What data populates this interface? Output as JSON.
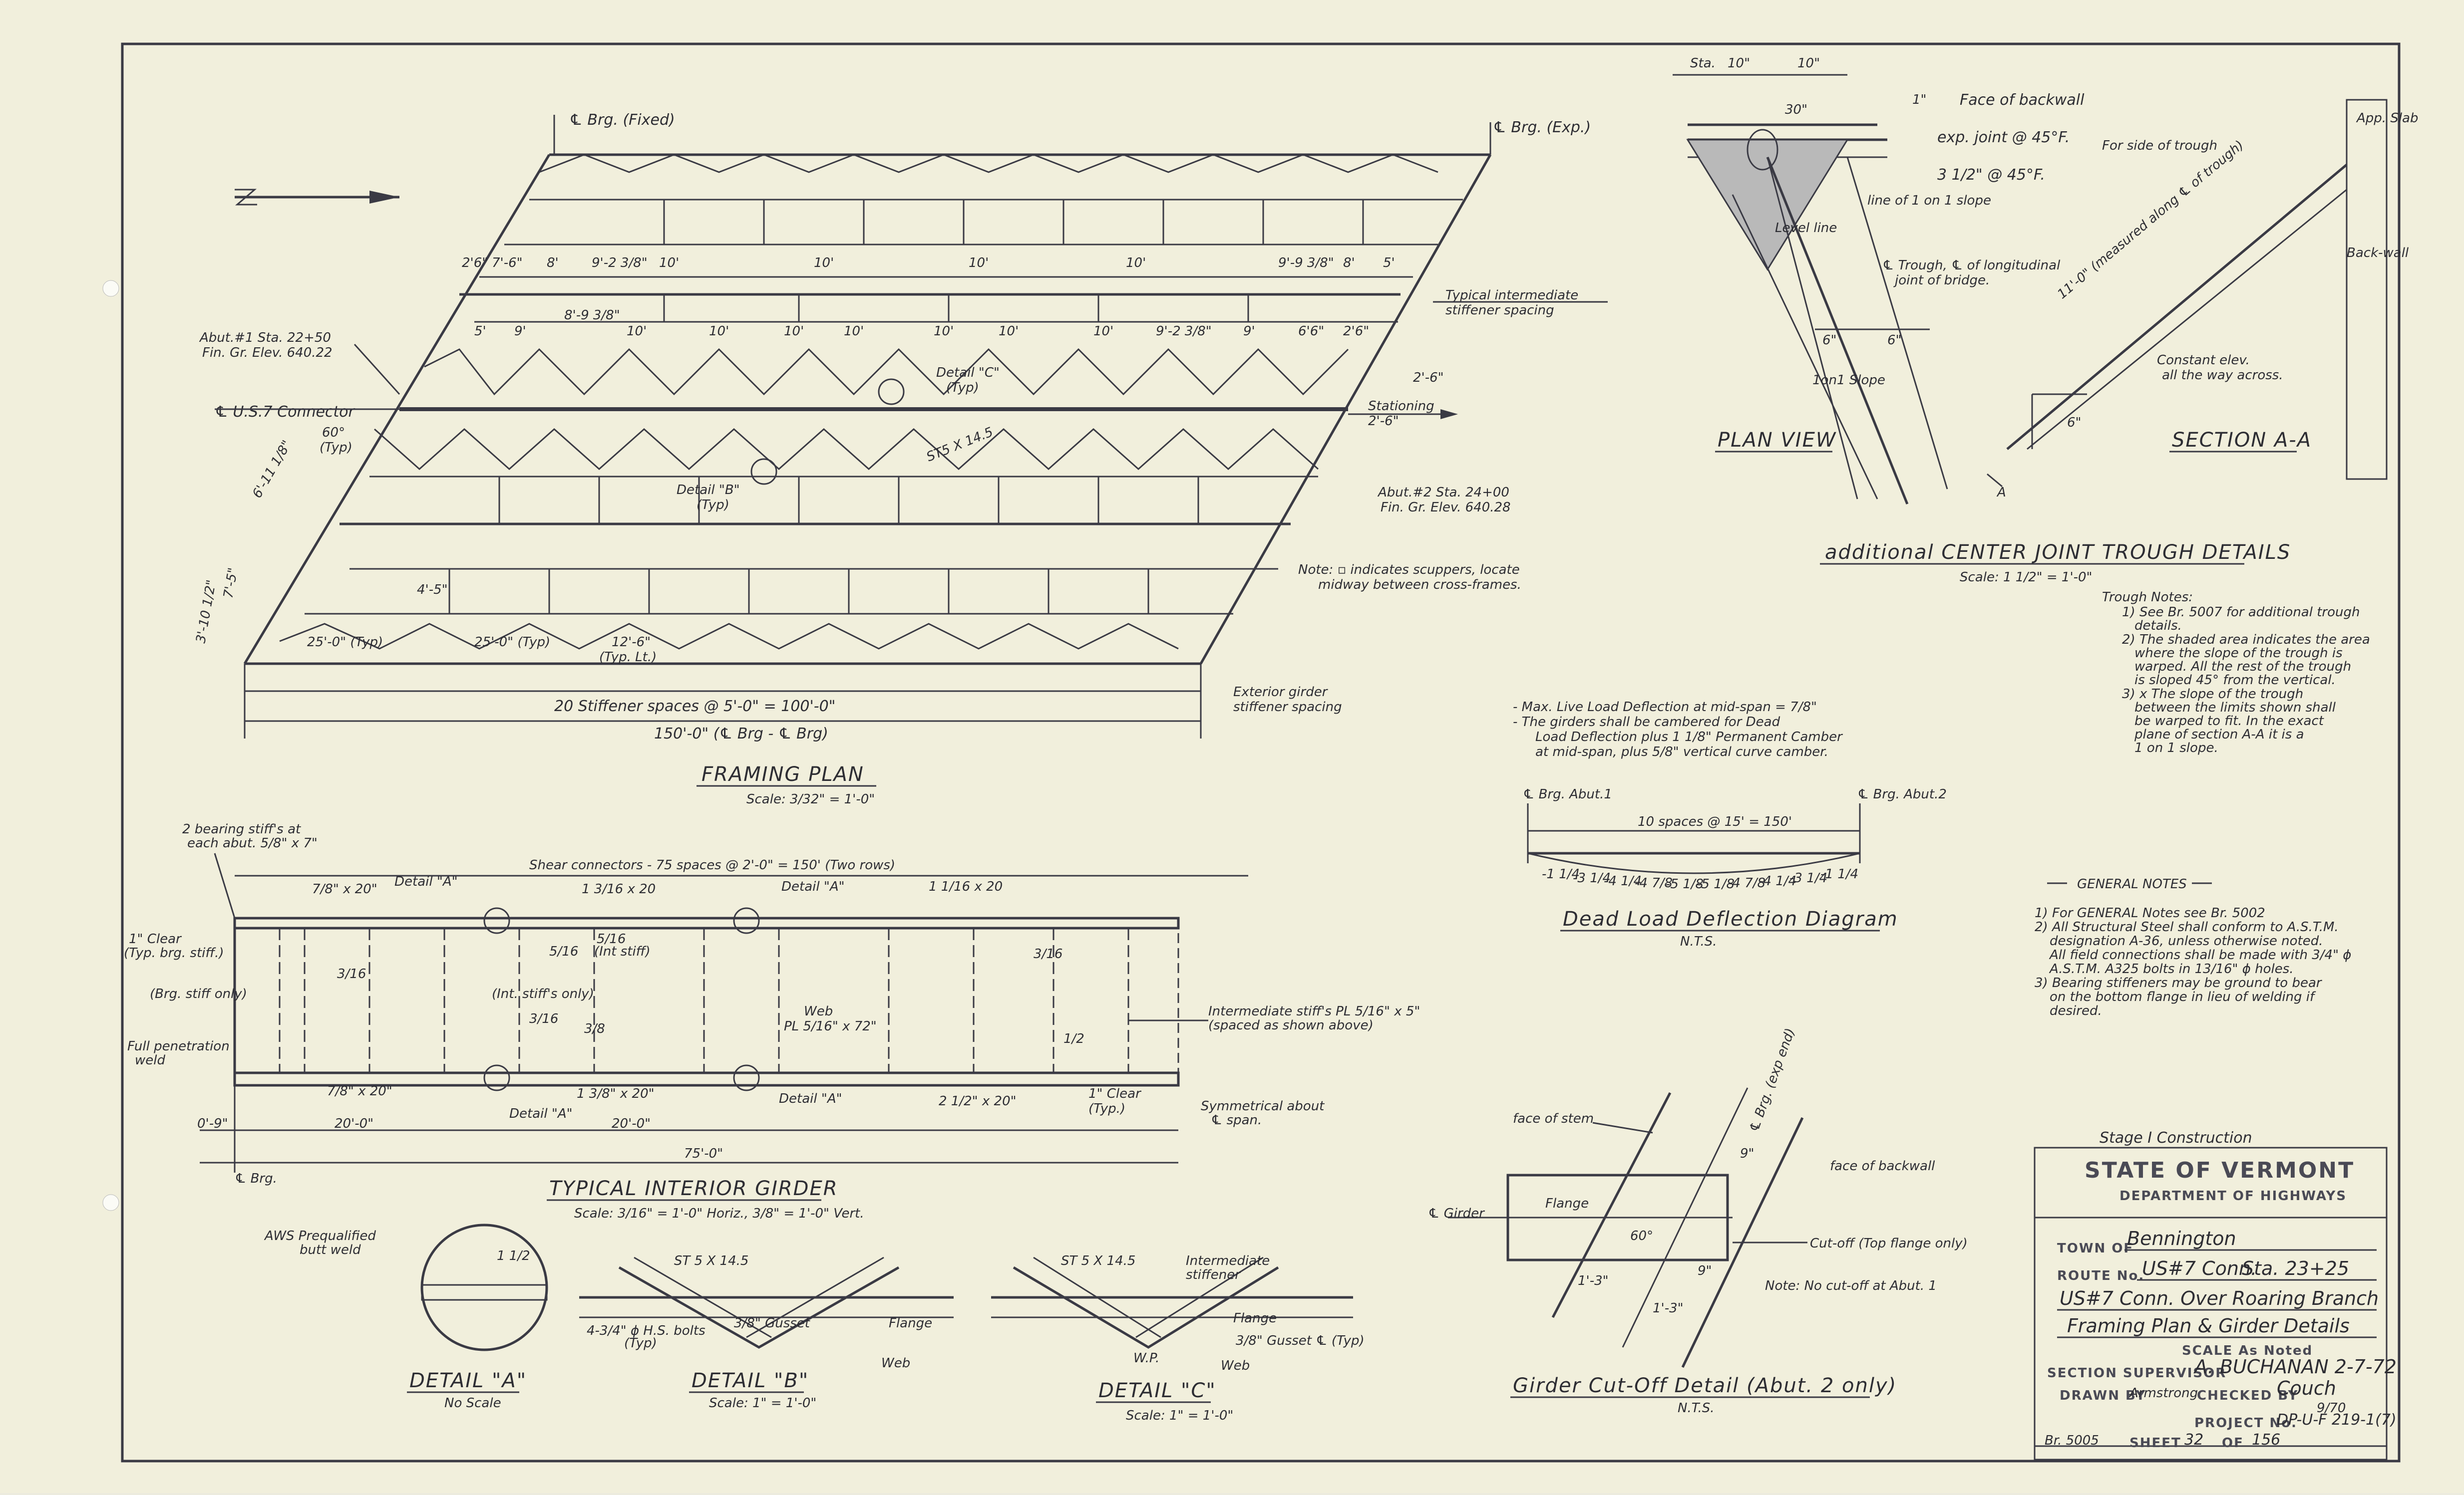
{
  "framing_plan": {
    "title": "FRAMING PLAN",
    "scale": "Scale: 3/32\" = 1'-0\"",
    "brg_fixed": "℄ Brg. (Fixed)",
    "brg_exp": "℄ Brg. (Exp.)",
    "abut1": "Abut.#1 Sta. 22+50",
    "abut1_elev": "Fin. Gr. Elev. 640.22",
    "abut2": "Abut.#2 Sta. 24+00",
    "abut2_elev": "Fin. Gr. Elev. 640.28",
    "connector": "℄ U.S.7 Connector",
    "angle": "60°",
    "angle_typ": "(Typ)",
    "stationing": "Stationing",
    "stationing_dims": [
      "2'-6\"",
      "2'-6\""
    ],
    "typical_stiffener": "Typical intermediate",
    "typical_stiffener2": "stiffener spacing",
    "exterior_stiffener": "Exterior girder",
    "exterior_stiffener2": "stiffener spacing",
    "detail_b": "Detail \"B\"",
    "detail_c": "Detail \"C\"",
    "typ": "(Typ)",
    "st_size": "ST5 X 14.5",
    "row1_dims": [
      "2'6\"",
      "7'-6\"",
      "8'",
      "9'-2 3/8\"",
      "10'",
      "10'",
      "10'",
      "10'",
      "9'-9 3/8\"",
      "8'",
      "5'"
    ],
    "row2_dims": [
      "5'",
      "9'",
      "8'-9 3/8\"",
      "10'",
      "10'",
      "10'",
      "10'",
      "10'",
      "10'",
      "10'",
      "9'-2 3/8\"",
      "9'",
      "6'6\"",
      "2'6\""
    ],
    "dim_left1": "6'-11 1/8\"",
    "dim_left2": "7'-5\"",
    "dim_left3": "3'-10 1/2\"",
    "dim_4_55": "4'-5\"",
    "panel_dims": [
      "25'-0\" (Typ)",
      "25'-0\" (Typ)",
      "12'-6\"",
      "(Typ. Lt.)"
    ],
    "stiffener_spaces": "20 Stiffener spaces @ 5'-0\" = 100'-0\"",
    "span": "150'-0\" (℄ Brg - ℄ Brg)",
    "note": "Note: ▫ indicates scuppers, locate",
    "note2": "midway between cross-frames."
  },
  "trough": {
    "title": "additional CENTER JOINT TROUGH DETAILS",
    "scale": "Scale: 1 1/2\" = 1'-0\"",
    "plan_view": "PLAN VIEW",
    "section_aa": "SECTION A-A",
    "face_backwall": "Face of backwall",
    "exp_joint": "exp. joint @ 45°F.",
    "dim_36": "3 1/2\" @ 45°F.",
    "line_slope": "line of 1 on 1 slope",
    "trough_cl": "℄ Trough, ℄ of longitudinal",
    "trough_cl2": "joint of bridge.",
    "sta": "Sta.",
    "dims_top": [
      "10\"",
      "10\"",
      "30\"",
      "1\""
    ],
    "dims_six": [
      "6\"",
      "6\"",
      "6\""
    ],
    "level_line": "Level line",
    "slope": "1on1 Slope",
    "far_side": "For side of trough",
    "measured": "11'-0\" (measured along ℄ of trough)",
    "constant": "Constant elev.",
    "constant2": "all the way across.",
    "app_slab": "App. Slab",
    "back_wall": "Back-wall",
    "a_mark": "A"
  },
  "trough_notes": {
    "heading": "Trough Notes:",
    "items": [
      "1) See Br. 5007 for additional trough",
      "details.",
      "2) The shaded area indicates the area",
      "where the slope of the trough is",
      "warped. All the rest of the trough",
      "is sloped 45° from the vertical.",
      "3) x The slope of the trough",
      "between the limits shown shall",
      "be warped to fit. In the exact",
      "plane of section A-A it is a",
      "1 on 1 slope."
    ]
  },
  "deflection": {
    "note1": "- Max. Live Load Deflection at mid-span = 7/8\"",
    "note2": "- The girders shall be cambered for Dead",
    "note3": "Load Deflection plus 1 1/8\" Permanent Camber",
    "note4": "at mid-span, plus 5/8\" vertical curve camber.",
    "brg1": "℄ Brg. Abut.1",
    "brg2": "℄ Brg. Abut.2",
    "spaces": "10 spaces @ 15' = 150'",
    "values": [
      "-1 1/4",
      "-3 1/4",
      "-4 1/4",
      "-4 7/8",
      "-5 1/8",
      "-5 1/8",
      "-4 7/8",
      "-4 1/4",
      "-3 1/4",
      "-1 1/4"
    ],
    "title": "Dead Load Deflection Diagram",
    "nts": "N.T.S."
  },
  "general_notes": {
    "heading": "GENERAL NOTES",
    "items": [
      "1) For GENERAL Notes see Br. 5002",
      "2) All Structural Steel shall conform to A.S.T.M.",
      "designation A-36, unless otherwise noted.",
      "All field connections shall be made with 3/4\" ϕ",
      "A.S.T.M. A325 bolts in 13/16\" ϕ holes.",
      "3) Bearing stiffeners may be ground to bear",
      "on the bottom flange in lieu of welding if",
      "desired."
    ]
  },
  "girder": {
    "title": "TYPICAL INTERIOR GIRDER",
    "scale": "Scale: 3/16\" = 1'-0\" Horiz., 3/8\" = 1'-0\" Vert.",
    "bearing_stiffs": "2 bearing stiff's at",
    "bearing_stiffs2": "each abut. 5/8\" x 7\"",
    "shear_connectors": "Shear connectors - 75 spaces @ 2'-0\" = 150' (Two rows)",
    "top_flanges": [
      "7/8\" x 20\"",
      "1 3/16 x 20",
      "1 1/16 x 20"
    ],
    "bot_flanges": [
      "7/8\" x 20\"",
      "1 3/8\" x 20\"",
      "2 1/2\" x 20\""
    ],
    "detail_a": "Detail \"A\"",
    "clear": "1\" Clear",
    "clear_typ": "(Typ. brg. stiff.)",
    "brg_stiff": "(Brg. stiff only)",
    "full_pen": "Full penetration",
    "weld": "weld",
    "web": "Web",
    "web_size": "PL 5/16\" x 72\"",
    "int_stiffs": "Intermediate stiff's PL 5/16\" x 5\"",
    "int_stiffs2": "(spaced as shown above)",
    "int_only": "(Int. stiff's only)",
    "int_stiff": "(Int stiff)",
    "clear2": "1\" Clear",
    "typ": "(Typ.)",
    "symmetrical": "Symmetrical about",
    "symmetrical2": "℄ span.",
    "weld_marks": [
      "3/16",
      "5/16",
      "5/16",
      "3/16",
      "3/8",
      "1/2",
      "3/16"
    ],
    "dims": [
      "0'-9\"",
      "20'-0\"",
      "20'-0\"",
      "75'-0\""
    ],
    "brg": "℄ Brg."
  },
  "details": {
    "a_title": "DETAIL \"A\"",
    "a_scale": "No Scale",
    "aws": "AWS Prequalified",
    "aws2": "butt weld",
    "a_dim": "1 1/2",
    "b_title": "DETAIL \"B\"",
    "b_scale": "Scale: 1\" = 1'-0\"",
    "c_title": "DETAIL \"C\"",
    "c_scale": "Scale: 1\" = 1'-0\"",
    "st": "ST 5 X 14.5",
    "hs_bolts": "4-3/4\" ϕ H.S. bolts",
    "typ": "(Typ)",
    "gusset": "3/8\" Gusset",
    "flange": "Flange",
    "web": "Web",
    "intermediate": "Intermediate",
    "stiffener": "stiffener",
    "gusset_typ": "3/8\" Gusset ℄ (Typ)",
    "wp": "W.P."
  },
  "cutoff": {
    "title": "Girder Cut-Off Detail (Abut. 2 only)",
    "nts": "N.T.S.",
    "face_stem": "face of stem",
    "face_backwall": "face of backwall",
    "brg": "℄ Brg. (exp end)",
    "girder": "℄ Girder",
    "flange": "Flange",
    "angle": "60°",
    "dims": [
      "9\"",
      "9\"",
      "1'-3\"",
      "1'-3\""
    ],
    "cutoff": "Cut-off (Top flange only)",
    "note": "Note: No cut-off at Abut. 1"
  },
  "title_block": {
    "stage": "Stage I Construction",
    "state": "STATE OF VERMONT",
    "dept": "DEPARTMENT OF HIGHWAYS",
    "town_label": "TOWN OF",
    "town": "Bennington",
    "route_label": "ROUTE No.",
    "route": "US#7 Conn.",
    "sta": "Sta. 23+25",
    "line1": "US#7 Conn. Over Roaring Branch",
    "line2": "Framing Plan & Girder Details",
    "scale": "SCALE As Noted",
    "supervisor_label": "SECTION SUPERVISOR",
    "supervisor": "A. BUCHANAN 2-7-72",
    "drawn_label": "DRAWN BY",
    "drawn": "Armstrong",
    "checked_label": "CHECKED BY",
    "checked": "Couch",
    "checked_date": "9/70",
    "project_label": "PROJECT No.",
    "project": "DP-U-F 219-1(7)",
    "bridge": "Br. 5005",
    "sheet_label": "SHEET",
    "sheet": "32",
    "of_label": "OF",
    "of": "156"
  },
  "colors": {
    "paper": "#f1efdc",
    "ink": "#3a3a44",
    "shade": "#b9b9b9"
  }
}
